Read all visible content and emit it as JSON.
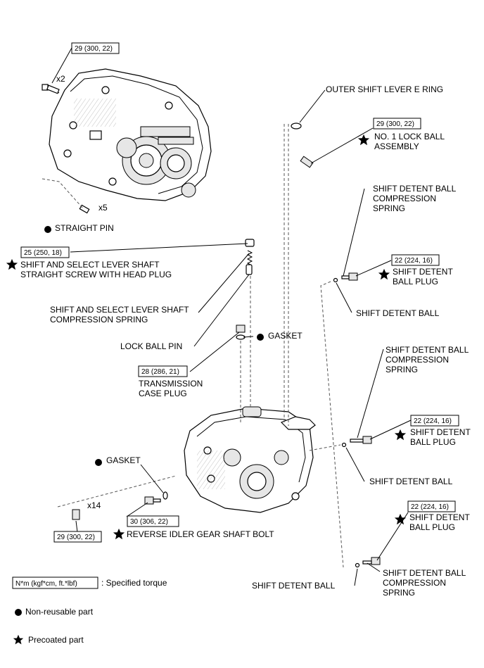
{
  "callouts": {
    "torque_top_bolt": "29 (300, 22)",
    "qty_top_bolt": "x2",
    "qty_pin": "x5",
    "straight_pin": "STRAIGHT PIN",
    "outer_e_ring": "OUTER SHIFT LEVER E RING",
    "torque_lock_ball": "29 (300, 22)",
    "lock_ball_assembly_1": "NO. 1 LOCK BALL",
    "lock_ball_assembly_2": "ASSEMBLY",
    "torque_screw_plug": "25 (250, 18)",
    "screw_plug_1": "SHIFT AND SELECT LEVER SHAFT",
    "screw_plug_2": "STRAIGHT SCREW WITH HEAD PLUG",
    "spring_a_1": "SHIFT DETENT BALL",
    "spring_a_2": "COMPRESSION",
    "spring_a_3": "SPRING",
    "torque_plug_a": "22 (224, 16)",
    "plug_a_1": "SHIFT DETENT",
    "plug_a_2": "BALL PLUG",
    "ball_a": "SHIFT DETENT BALL",
    "comp_spring_1": "SHIFT AND SELECT LEVER SHAFT",
    "comp_spring_2": "COMPRESSION SPRING",
    "lock_ball_pin": "LOCK BALL PIN",
    "gasket_top": "GASKET",
    "torque_case_plug": "28 (286, 21)",
    "case_plug_1": "TRANSMISSION",
    "case_plug_2": "CASE PLUG",
    "spring_b_1": "SHIFT DETENT BALL",
    "spring_b_2": "COMPRESSION",
    "spring_b_3": "SPRING",
    "torque_plug_b": "22 (224, 16)",
    "plug_b_1": "SHIFT DETENT",
    "plug_b_2": "BALL PLUG",
    "ball_b": "SHIFT DETENT BALL",
    "gasket_left": "GASKET",
    "qty_case_bolts": "x14",
    "torque_idler_bolt": "30 (306, 22)",
    "idler_bolt": "REVERSE IDLER GEAR SHAFT BOLT",
    "torque_case_bolts": "29 (300, 22)",
    "torque_plug_c": "22 (224, 16)",
    "plug_c_1": "SHIFT DETENT",
    "plug_c_2": "BALL PLUG",
    "ball_c": "SHIFT DETENT BALL",
    "spring_c_1": "SHIFT DETENT BALL",
    "spring_c_2": "COMPRESSION",
    "spring_c_3": "SPRING"
  },
  "legend": {
    "torque_unit": "N*m (kgf*cm, ft.*lbf)",
    "torque_desc": ": Specified torque",
    "non_reusable": "Non-reusable part",
    "precoated": "Precoated part"
  }
}
